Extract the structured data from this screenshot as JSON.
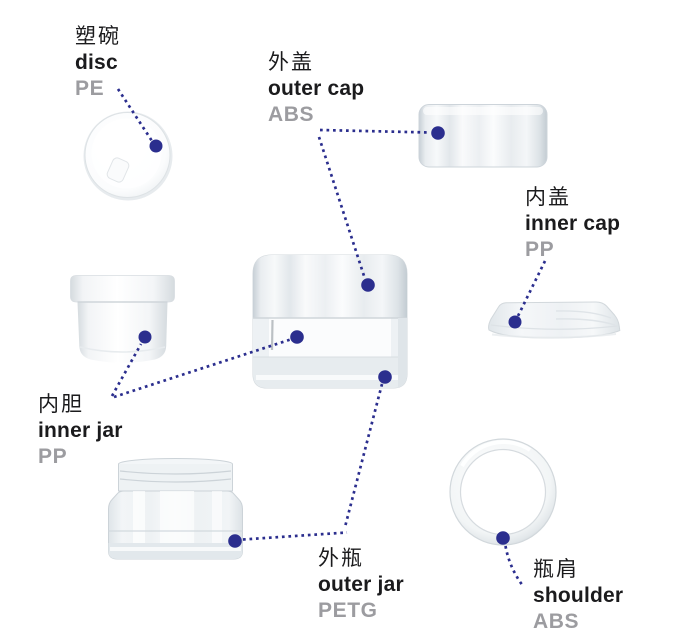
{
  "diagram": {
    "type": "exploded-parts-diagram",
    "subject": "cosmetic cream jar packaging components",
    "background_color": "#ffffff",
    "accent_color": "#2b2e8e",
    "label_text_color": "#1b1b1d",
    "material_text_color": "#9c9ca0",
    "components": [
      {
        "name_zh": "塑碗",
        "name_en": "disc",
        "material": "PE"
      },
      {
        "name_zh": "外盖",
        "name_en": "outer cap",
        "material": "ABS"
      },
      {
        "name_zh": "内盖",
        "name_en": "inner cap",
        "material": "PP"
      },
      {
        "name_zh": "内胆",
        "name_en": "inner jar",
        "material": "PP"
      },
      {
        "name_zh": "外瓶",
        "name_en": "outer jar",
        "material": "PETG"
      },
      {
        "name_zh": "瓶肩",
        "name_en": "shoulder",
        "material": "ABS"
      }
    ]
  }
}
